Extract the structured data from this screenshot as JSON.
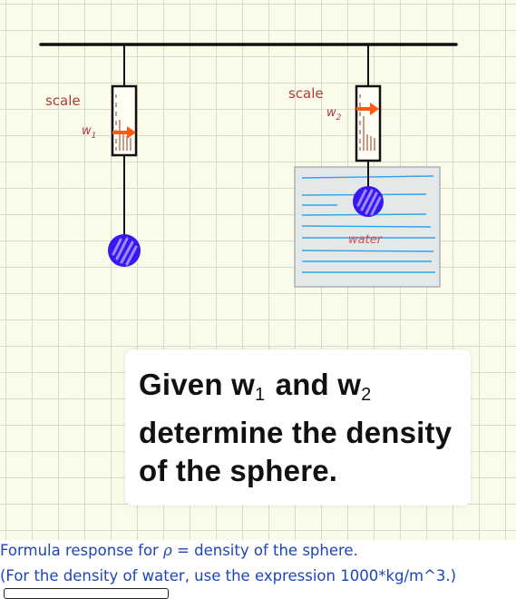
{
  "diagram": {
    "left_scale_label": "scale",
    "right_scale_label": "scale",
    "w1_label": "w",
    "w1_sub": "1",
    "w2_label": "w",
    "w2_sub": "2",
    "water_label": "water",
    "colors": {
      "sphere": "#3a16f0",
      "arrow": "#ff5a10",
      "water_line": "#2ea3ee",
      "label": "#b03a3a",
      "beam": "#111111"
    }
  },
  "card": {
    "line1_a": "Given w",
    "line1_sub1": "1",
    "line1_b": " and w",
    "line1_sub2": "2",
    "line2": "determine the density",
    "line3": "of the sphere."
  },
  "footer": {
    "prompt_prefix": "Formula response for ",
    "rho_symbol": "ρ",
    "prompt_suffix": " = density of the sphere.",
    "hint": "(For the density of water, use the expression 1000*kg/m^3.)"
  }
}
